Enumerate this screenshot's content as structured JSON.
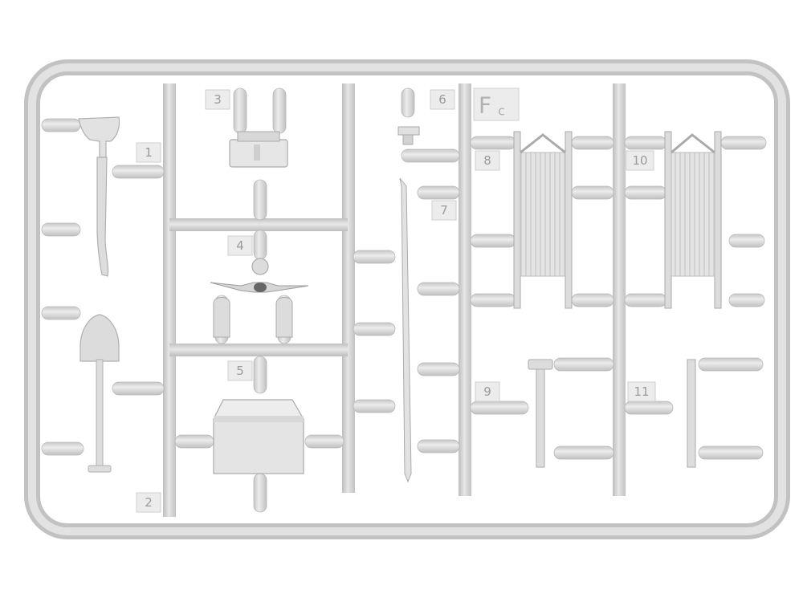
{
  "sprue": {
    "id_letter": "F",
    "id_suffix": "c",
    "colors": {
      "plastic": "#d6d6d6",
      "shadow": "#b3b3b3",
      "highlight": "#ececec",
      "label": "#9a9a9a",
      "background": "#ffffff"
    },
    "part_numbers": [
      {
        "id": "1",
        "text": "1"
      },
      {
        "id": "2",
        "text": "2"
      },
      {
        "id": "3",
        "text": "3"
      },
      {
        "id": "4",
        "text": "4"
      },
      {
        "id": "5",
        "text": "5"
      },
      {
        "id": "6",
        "text": "6"
      },
      {
        "id": "7",
        "text": "7"
      },
      {
        "id": "8",
        "text": "8"
      },
      {
        "id": "9",
        "text": "9"
      },
      {
        "id": "10",
        "text": "10"
      },
      {
        "id": "11",
        "text": "11"
      }
    ],
    "parts": [
      {
        "number": "1",
        "kind": "axe"
      },
      {
        "number": "2",
        "kind": "shovel"
      },
      {
        "number": "3",
        "kind": "bracket"
      },
      {
        "number": "4",
        "kind": "double-fitting"
      },
      {
        "number": "5",
        "kind": "box"
      },
      {
        "number": "7",
        "kind": "rod"
      },
      {
        "number": "8",
        "kind": "stretcher"
      },
      {
        "number": "9",
        "kind": "hammer"
      },
      {
        "number": "10",
        "kind": "stretcher"
      },
      {
        "number": "11",
        "kind": "frame"
      }
    ]
  }
}
